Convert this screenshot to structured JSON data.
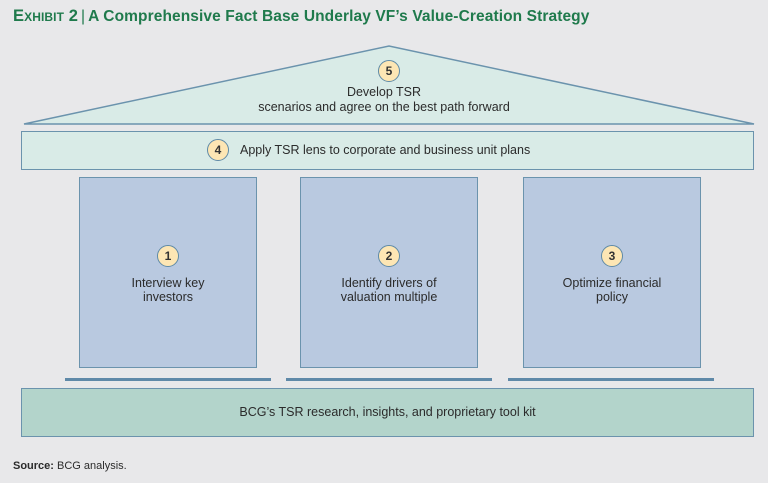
{
  "title": {
    "exhibit": "Exhibit 2",
    "separator": "|",
    "text": "A Comprehensive Fact Base Underlay VF’s Value-Creation Strategy"
  },
  "pediment": {
    "number": "5",
    "line1": "Develop TSR",
    "line2": "scenarios and agree on the best path forward"
  },
  "band": {
    "number": "4",
    "label": "Apply TSR lens to corporate and business unit plans"
  },
  "columns": [
    {
      "number": "1",
      "line1": "Interview key",
      "line2": "investors"
    },
    {
      "number": "2",
      "line1": "Identify drivers of",
      "line2": "valuation multiple"
    },
    {
      "number": "3",
      "line1": "Optimize financial",
      "line2": "policy"
    }
  ],
  "base": {
    "label": "BCG’s TSR research, insights, and proprietary tool kit"
  },
  "source": {
    "label": "Source:",
    "text": "BCG analysis."
  },
  "colors": {
    "title_green": "#1f7a4c",
    "pediment_fill": "#d9ebe7",
    "column_fill": "#b9c9e0",
    "base_fill": "#b3d4cb",
    "badge_fill": "#fde6b4",
    "stroke": "#6b93ad"
  }
}
